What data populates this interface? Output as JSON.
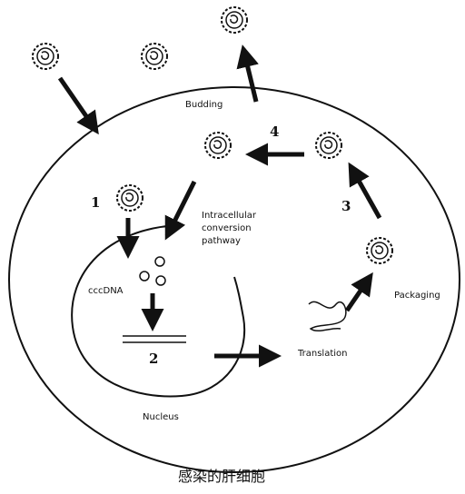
{
  "diagram": {
    "labels": {
      "budding": "Budding",
      "intracellular": "Intracellular",
      "conversion": "conversion",
      "pathway": "pathway",
      "cccdna": "cccDNA",
      "packaging": "Packaging",
      "translation": "Translation",
      "nucleus": "Nucleus"
    },
    "steps": {
      "one": "1",
      "two": "2",
      "three": "3",
      "four": "4"
    },
    "caption": "感染的肝细胞"
  }
}
